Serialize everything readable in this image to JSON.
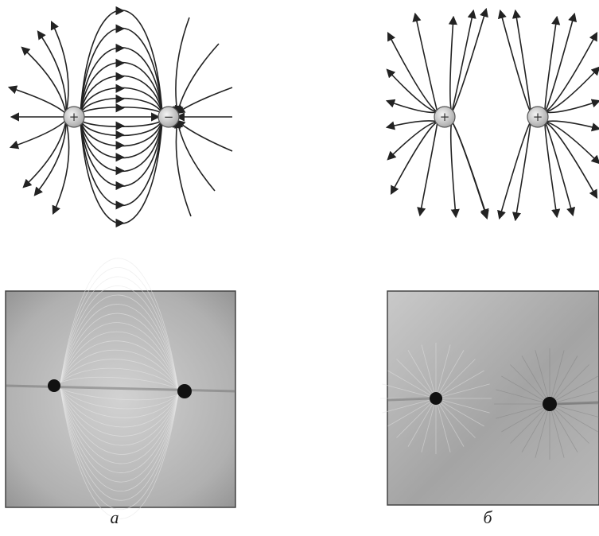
{
  "figure": {
    "panels": [
      {
        "id": "a",
        "caption": "а",
        "charges": [
          {
            "sign": "+"
          },
          {
            "sign": "−"
          }
        ],
        "description_kind": "dipole-field-lines"
      },
      {
        "id": "b",
        "caption": "б",
        "charges": [
          {
            "sign": "+"
          },
          {
            "sign": "+"
          }
        ],
        "description_kind": "like-charges-field-lines"
      }
    ],
    "colors": {
      "line": "#222222",
      "charge_fill": "#c8c8c8",
      "charge_stroke": "#555555",
      "photo_bg": "#b9b9b9",
      "photo_dark": "#7a7a7a",
      "dot": "#111111"
    }
  }
}
